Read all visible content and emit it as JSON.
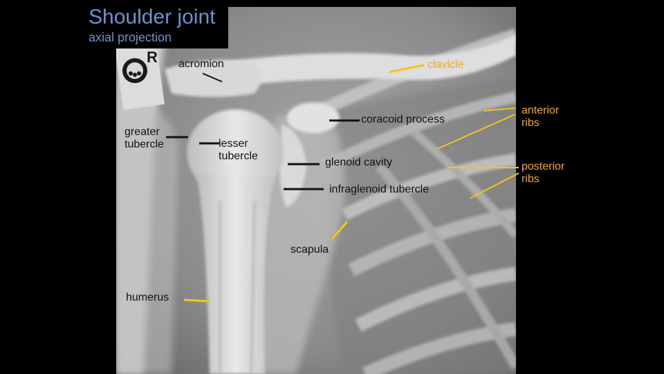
{
  "title": "Shoulder joint",
  "subtitle": "axial projection",
  "labels": {
    "acromion": "acromion",
    "clavicle": "clavicle",
    "greater_tubercle": "greater tubercle",
    "lesser_tubercle": "lesser tubercle",
    "coracoid_process": "coracoid process",
    "glenoid_cavity": "glenoid cavity",
    "infraglenoid_tubercle": "infraglenoid tubercle",
    "scapula": "scapula",
    "humerus": "humerus",
    "anterior_ribs": "anterior ribs",
    "posterior_ribs": "posterior ribs"
  },
  "colors": {
    "background": "#000000",
    "title": "#6f93c8",
    "pointer_yellow": "#f5c518",
    "clavicle_label": "#f5a623"
  },
  "marker": {
    "text": "R"
  }
}
